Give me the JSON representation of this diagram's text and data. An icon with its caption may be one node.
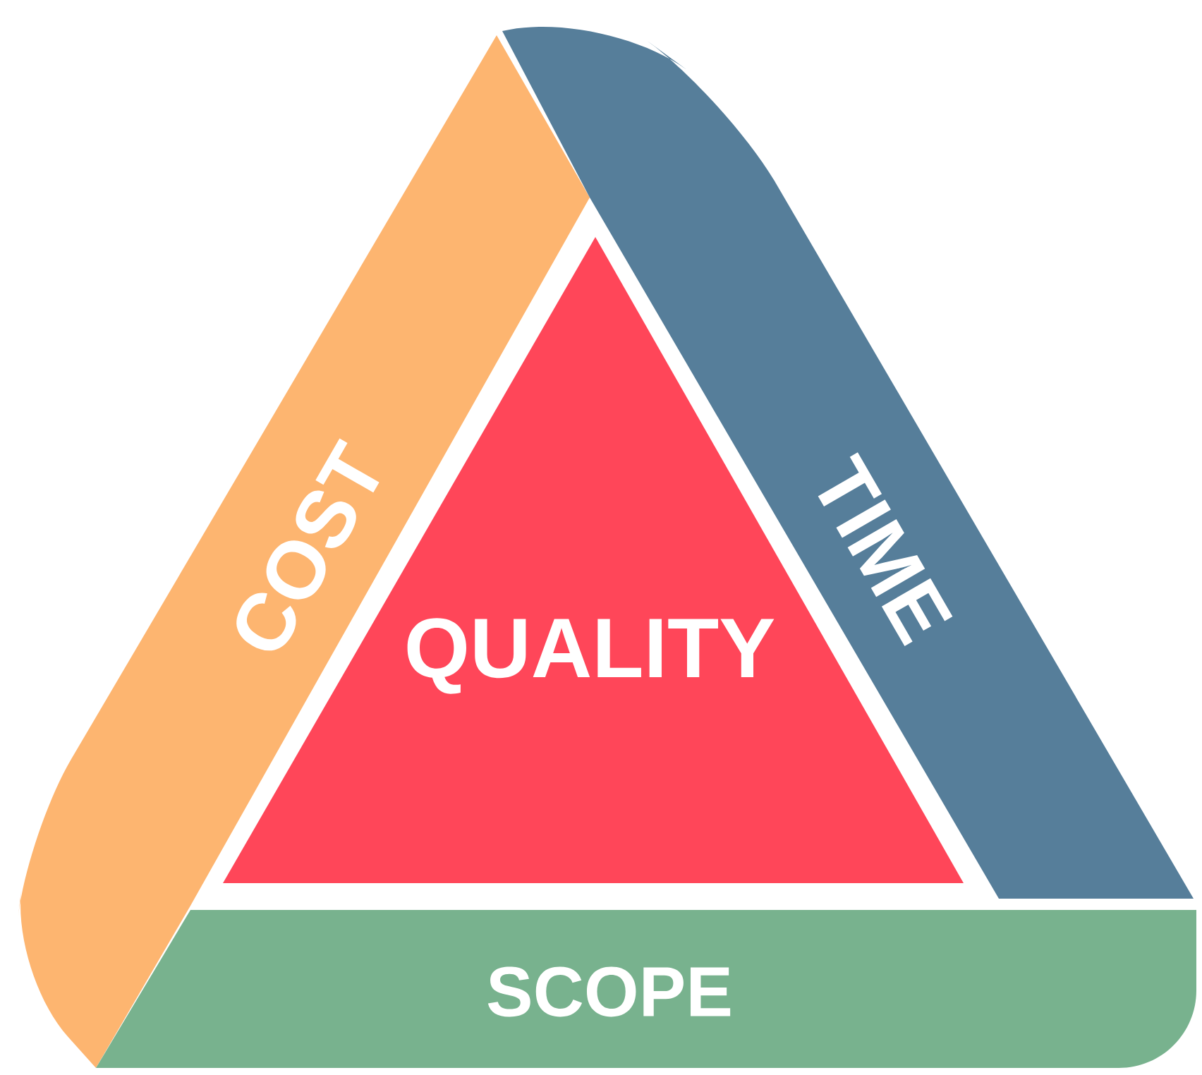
{
  "diagram": {
    "nodes": [
      {
        "text": [
          "COST"
        ]
      },
      {
        "text": [
          "TIME"
        ]
      },
      {
        "text": [
          "QUALITY"
        ]
      },
      {
        "text": [
          "SCOPE"
        ]
      }
    ]
  }
}
